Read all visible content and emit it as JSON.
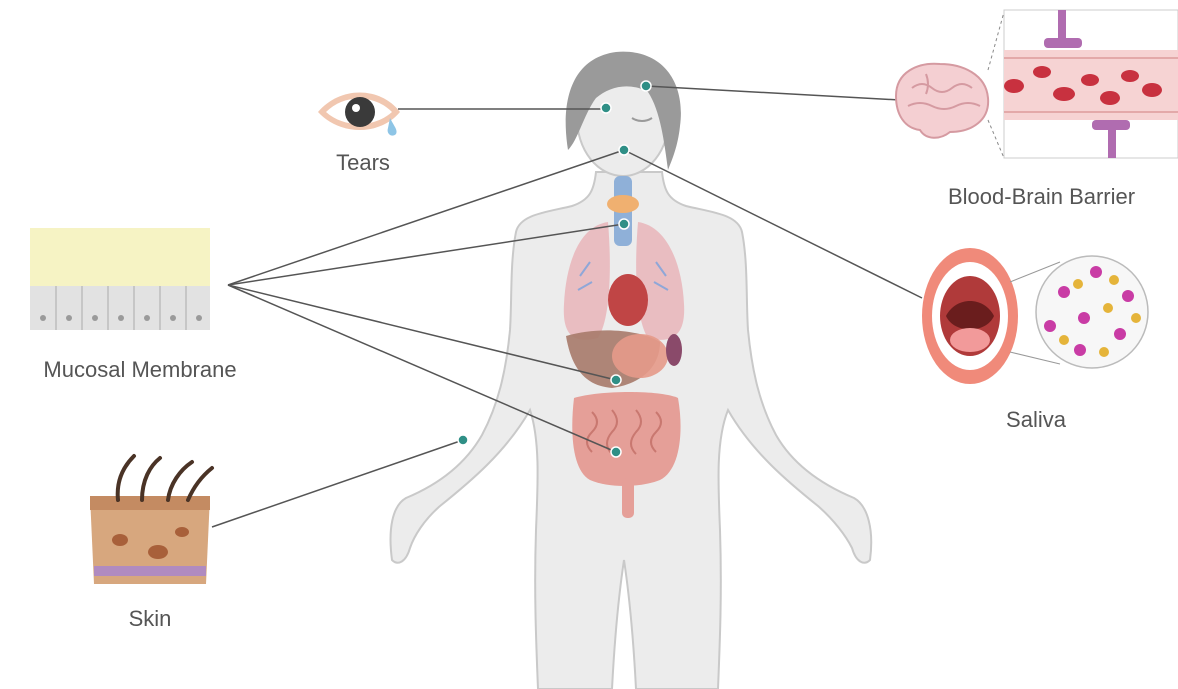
{
  "labels": {
    "tears": "Tears",
    "bbb": "Blood-Brain Barrier",
    "mucosal": "Mucosal Membrane",
    "saliva": "Saliva",
    "skin": "Skin"
  },
  "colors": {
    "body_fill": "#ececec",
    "body_stroke": "#c9c9c9",
    "hair": "#9a9a9a",
    "line": "#555555",
    "dot": "#2f8f86",
    "text": "#555555",
    "mucus": "#f6f3c4",
    "lung": "#e9b8bd",
    "liver": "#a77a6a",
    "intestine": "#e59f98",
    "blood_cell": "#c8313f",
    "vessel": "#f6d3d3",
    "synapse": "#b06cb0"
  }
}
